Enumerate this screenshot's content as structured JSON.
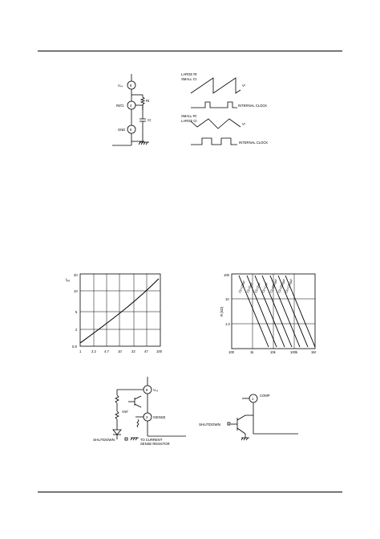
{
  "fig1": {
    "pins": {
      "vcc": "V₄₄",
      "rtct": "Rt/Ct",
      "gnd": "GND"
    },
    "pin_numbers": {
      "vcc": "8",
      "rtct": "4",
      "gnd": "5"
    },
    "rt": "Rt",
    "ct": "Ct"
  },
  "fig2": {
    "top_label_1": "LARGE Rt",
    "top_label_2": "SMALL Ct",
    "bottom_label_1": "SMALL Rt",
    "bottom_label_2": "LARGE Ct",
    "vc": "Vᶜ",
    "internal_clock": "INTERNAL CLOCK"
  },
  "chart_left": {
    "ylabel": "fₓₓₓ",
    "x_ticks": [
      "1",
      "2.2",
      "4.7",
      "10",
      "22",
      "47",
      "100"
    ],
    "y_ticks": [
      "20",
      "10",
      "5",
      "2",
      "0.9"
    ]
  },
  "chart_right": {
    "ylabel": "R (kΩ)",
    "x_ticks": [
      "100",
      "1k",
      "10k",
      "100k",
      "1M"
    ],
    "y_ticks": [
      "100",
      "10",
      "1.0"
    ],
    "curve_labels": [
      "Ct=10nF",
      "Ct=5nF",
      "Ct=2nF",
      "Ct=1nF",
      "Ct=500pF",
      "Ct=200pF",
      "Ct=100pF"
    ]
  },
  "fig_bottom_left": {
    "vcc": "V₄₄",
    "vref": "Vref",
    "pin_top": "8",
    "pin_bot": "3",
    "sense": "ISENSE",
    "shutdown": "SHUTDOWN",
    "note_1": "TO CURRENT",
    "note_2": "SENSE RESISTOR"
  },
  "fig_bottom_right": {
    "comp": "COMP",
    "pin": "1",
    "shutdown": "SHUTDOWN"
  }
}
